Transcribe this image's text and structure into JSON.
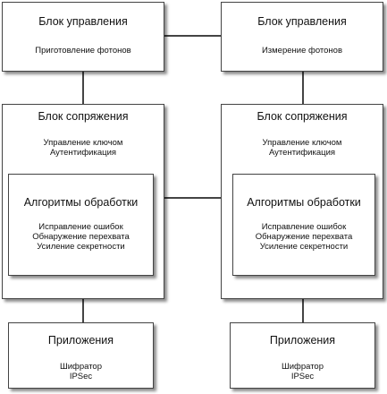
{
  "left": {
    "control": {
      "title": "Блок управления",
      "text": "Приготовление фотонов"
    },
    "interface": {
      "title": "Блок сопряжения",
      "items": [
        "Управление ключом",
        "Аутентификация"
      ],
      "algorithms": {
        "title": "Алгоритмы обработки",
        "items": [
          "Исправление ошибок",
          "Обнаружение перехвата",
          "Усиление секретности"
        ]
      }
    },
    "apps": {
      "title": "Приложения",
      "items": [
        "Шифратор",
        "IPSec"
      ]
    }
  },
  "right": {
    "control": {
      "title": "Блок управления",
      "text": "Измерение фотонов"
    },
    "interface": {
      "title": "Блок сопряжения",
      "items": [
        "Управление ключом",
        "Аутентификация"
      ],
      "algorithms": {
        "title": "Алгоритмы обработки",
        "items": [
          "Исправление ошибок",
          "Обнаружение перехвата",
          "Усиление секретности"
        ]
      }
    },
    "apps": {
      "title": "Приложения",
      "items": [
        "Шифратор",
        "IPSec"
      ]
    }
  }
}
